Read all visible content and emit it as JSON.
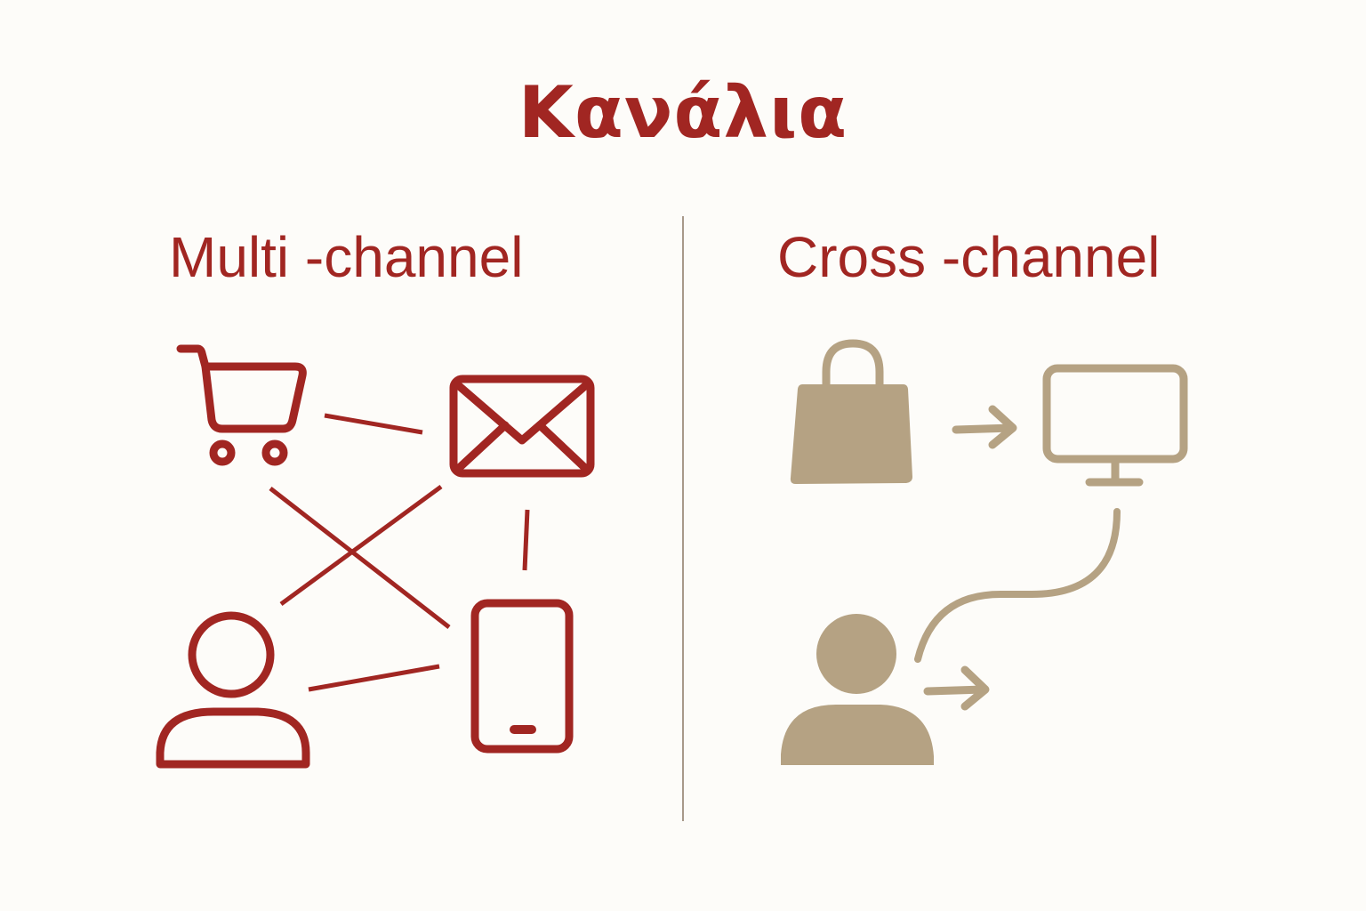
{
  "title": "Κανάλια",
  "colors": {
    "background": "#fdfcf9",
    "primary_red": "#a12622",
    "beige": "#b5a283",
    "divider": "#a8998a"
  },
  "left_panel": {
    "heading": "Multi -channel",
    "icons": [
      "shopping-cart-icon",
      "envelope-icon",
      "user-icon",
      "smartphone-icon"
    ],
    "connections": [
      {
        "from": "shopping-cart-icon",
        "to": "envelope-icon"
      },
      {
        "from": "shopping-cart-icon",
        "to": "smartphone-icon"
      },
      {
        "from": "envelope-icon",
        "to": "user-icon"
      },
      {
        "from": "envelope-icon",
        "to": "smartphone-icon"
      },
      {
        "from": "user-icon",
        "to": "smartphone-icon"
      }
    ]
  },
  "right_panel": {
    "heading": "Cross -channel",
    "icons": [
      "shopping-bag-icon",
      "monitor-icon",
      "user-icon"
    ],
    "flow": [
      {
        "from": "shopping-bag-icon",
        "to": "monitor-icon",
        "type": "arrow"
      },
      {
        "from": "monitor-icon",
        "to": "user-icon",
        "type": "curve"
      },
      {
        "from": "user-icon",
        "to": "next",
        "type": "arrow"
      }
    ]
  }
}
